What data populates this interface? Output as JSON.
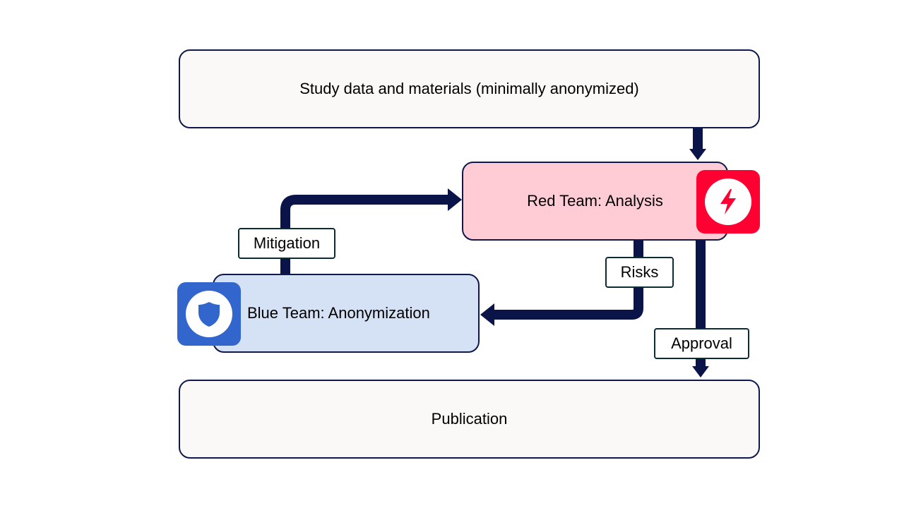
{
  "nodes": {
    "source": "Study data and materials (minimally anonymized)",
    "red_team": "Red Team: Analysis",
    "blue_team": "Blue Team: Anonymization",
    "publication": "Publication"
  },
  "edges": {
    "mitigation": "Mitigation",
    "risks": "Risks",
    "approval": "Approval"
  },
  "icons": {
    "red_team": "lightning-bolt-icon",
    "blue_team": "shield-icon"
  },
  "colors": {
    "arrow": "#0a1448",
    "red_box": "#ffccd5",
    "red_badge": "#ff0033",
    "blue_box": "#d5e1f5",
    "blue_badge": "#3366cc",
    "neutral_box": "#faf9f7"
  }
}
